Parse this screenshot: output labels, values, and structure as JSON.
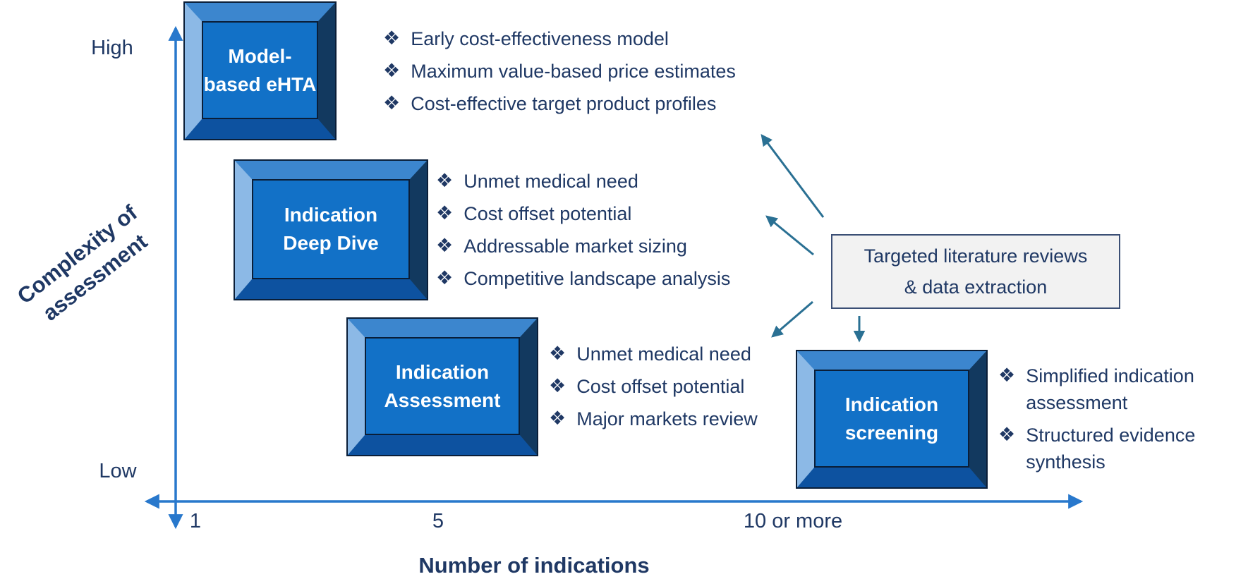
{
  "diagram": {
    "bullet_glyph": "❖",
    "y_axis": {
      "title": "Complexity of\nassessment",
      "top_label": "High",
      "bottom_label": "Low"
    },
    "x_axis": {
      "title": "Number of indications",
      "ticks": [
        "1",
        "5",
        "10 or more"
      ]
    },
    "stages": [
      {
        "box_label": "Model-\nbased eHTA",
        "bullets": [
          "Early cost-effectiveness model",
          "Maximum value-based price estimates",
          "Cost-effective target product profiles"
        ]
      },
      {
        "box_label": "Indication\nDeep Dive",
        "bullets": [
          "Unmet medical need",
          "Cost offset potential",
          "Addressable market sizing",
          "Competitive landscape analysis"
        ]
      },
      {
        "box_label": "Indication\nAssessment",
        "bullets": [
          "Unmet medical need",
          "Cost offset potential",
          "Major markets review"
        ]
      },
      {
        "box_label": "Indication\nscreening",
        "bullets": [
          "Simplified indication assessment",
          "Structured evidence synthesis"
        ]
      }
    ],
    "note_box": {
      "label": "Targeted literature reviews\n& data extraction"
    },
    "colors": {
      "axis_blue": "#2878cc",
      "arrow_teal": "#2a7093",
      "text_navy": "#1f3864",
      "box_face": "#1271c7",
      "box_bevel_top": "#3c86ce",
      "box_bevel_left": "#8cb9e6",
      "box_bevel_right": "#12395f",
      "box_bevel_bottom": "#0d52a0",
      "box_outline": "#0a1e38",
      "box_text": "#ffffff",
      "note_bg": "#f2f2f2",
      "note_border": "#3b4f75"
    }
  }
}
